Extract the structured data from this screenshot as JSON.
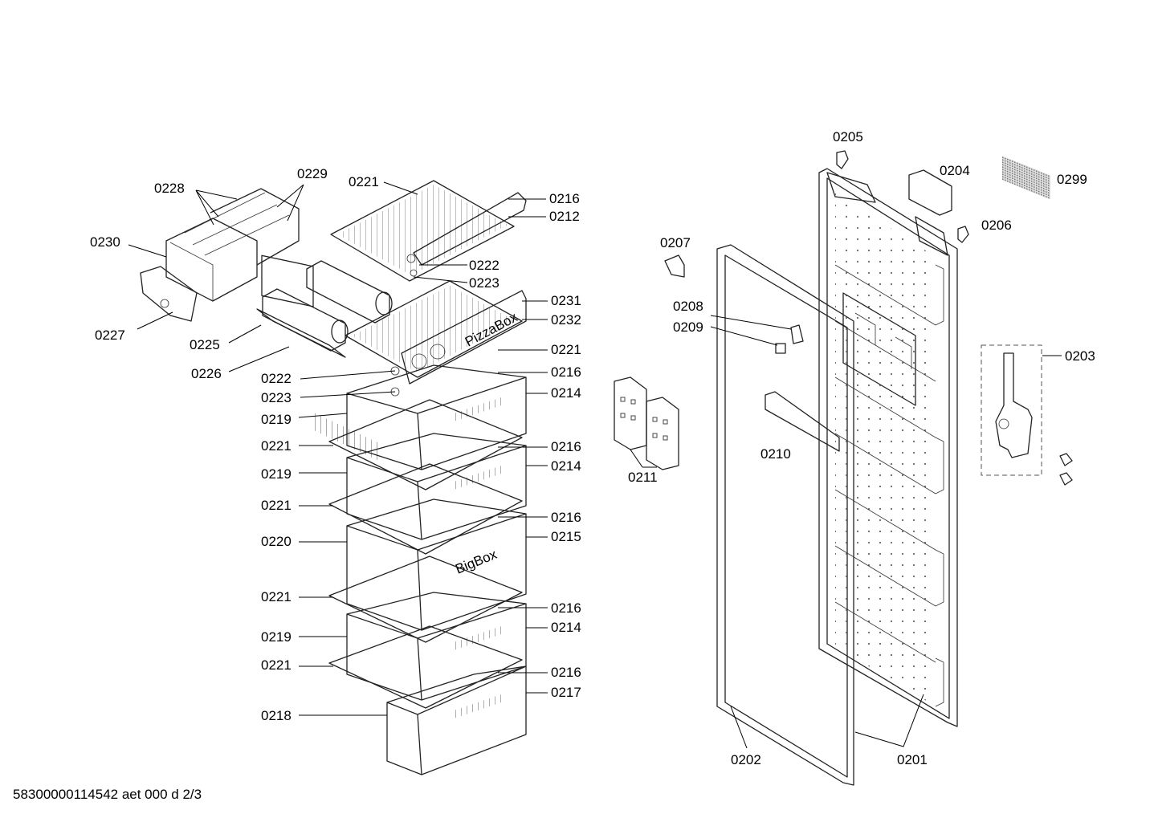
{
  "footer_text": "58300000114542 aet 000 d 2/3",
  "embossed": {
    "pizza_box": "PizzaBox",
    "big_box": "BigBox"
  },
  "parts": {
    "p0201": "0201",
    "p0202": "0202",
    "p0203": "0203",
    "p0204": "0204",
    "p0205": "0205",
    "p0206": "0206",
    "p0207": "0207",
    "p0208": "0208",
    "p0209": "0209",
    "p0210": "0210",
    "p0211": "0211",
    "p0212": "0212",
    "p0214": "0214",
    "p0215": "0215",
    "p0216": "0216",
    "p0217": "0217",
    "p0218": "0218",
    "p0219": "0219",
    "p0220": "0220",
    "p0221": "0221",
    "p0222": "0222",
    "p0223": "0223",
    "p0225": "0225",
    "p0226": "0226",
    "p0227": "0227",
    "p0228": "0228",
    "p0229": "0229",
    "p0230": "0230",
    "p0231": "0231",
    "p0232": "0232",
    "p0299": "0299"
  }
}
